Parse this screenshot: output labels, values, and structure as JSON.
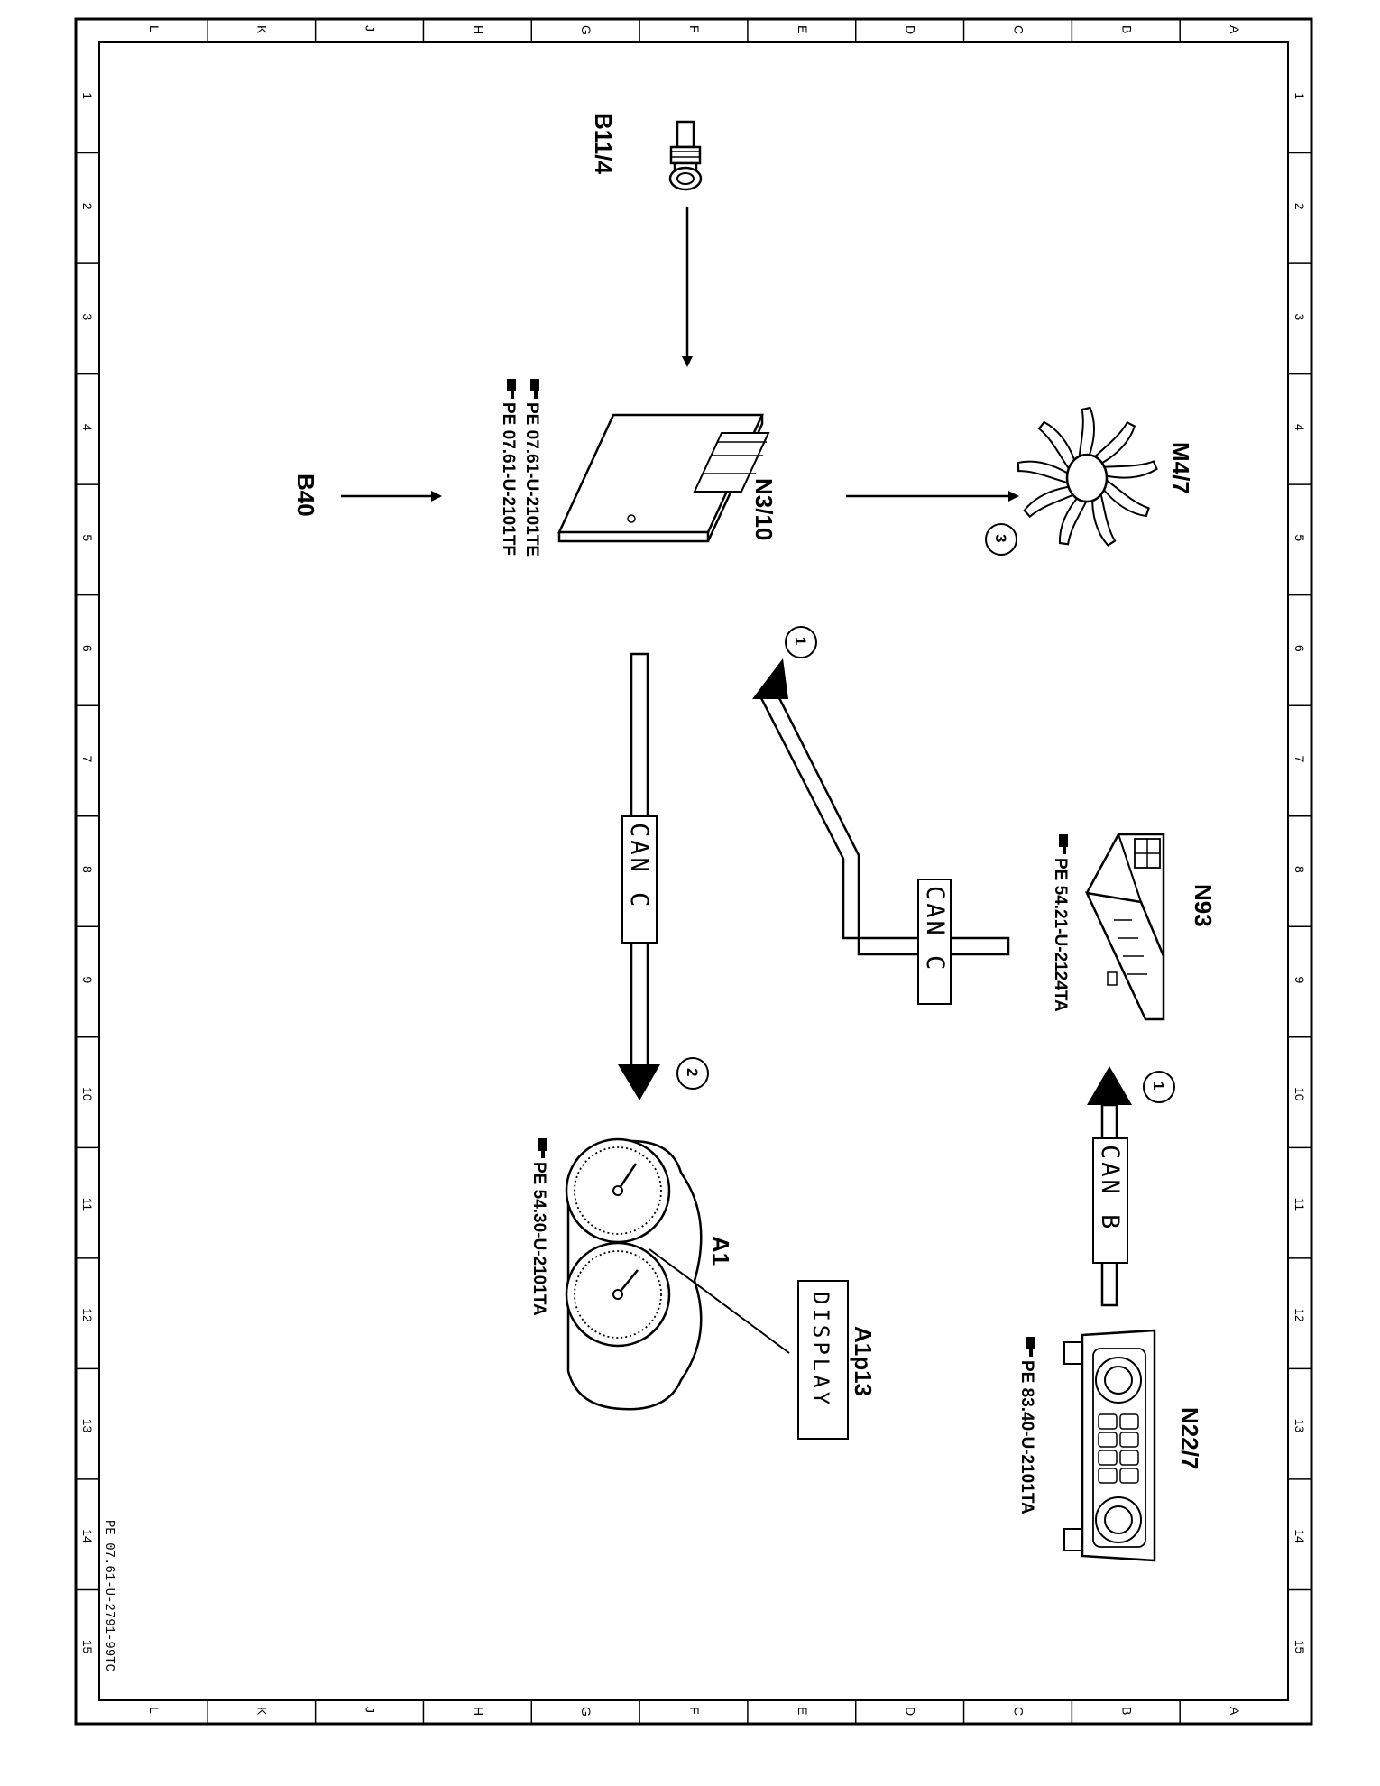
{
  "frame": {
    "col_letters": [
      "L",
      "K",
      "J",
      "H",
      "G",
      "F",
      "E",
      "D",
      "C",
      "B",
      "A"
    ],
    "row_numbers": [
      "1",
      "2",
      "3",
      "4",
      "5",
      "6",
      "7",
      "8",
      "9",
      "10",
      "11",
      "12",
      "13",
      "14",
      "15"
    ],
    "footer_id": "PE 07.61-U-2791-99TC"
  },
  "components": {
    "b11_4": {
      "label": "B11/4",
      "icon": "temperature-sensor-icon"
    },
    "n3_10": {
      "label": "N3/10",
      "icon": "control-unit-icon",
      "refs": [
        "PE 07.61-U-2101TE",
        "PE 07.61-U-2101TF"
      ]
    },
    "b40": {
      "label": "B40"
    },
    "m4_7": {
      "label": "M4/7",
      "icon": "fan-icon"
    },
    "n93": {
      "label": "N93",
      "icon": "module-icon",
      "refs": [
        "PE 54.21-U-2124TA"
      ]
    },
    "a1": {
      "label": "A1",
      "icon": "instrument-cluster-icon",
      "refs": [
        "PE 54.30-U-2101TA"
      ]
    },
    "a1p13": {
      "label": "A1p13",
      "display_text": "DISPLAY"
    },
    "n22_7": {
      "label": "N22/7",
      "icon": "control-panel-icon",
      "refs": [
        "PE 83.40-U-2101TA"
      ]
    }
  },
  "buses": {
    "can_c_main": "CAN C",
    "can_c_n93": "CAN C",
    "can_b": "CAN B"
  },
  "callouts": [
    "1",
    "2",
    "3",
    "1"
  ],
  "ref_icon": "pointing-hand-icon"
}
